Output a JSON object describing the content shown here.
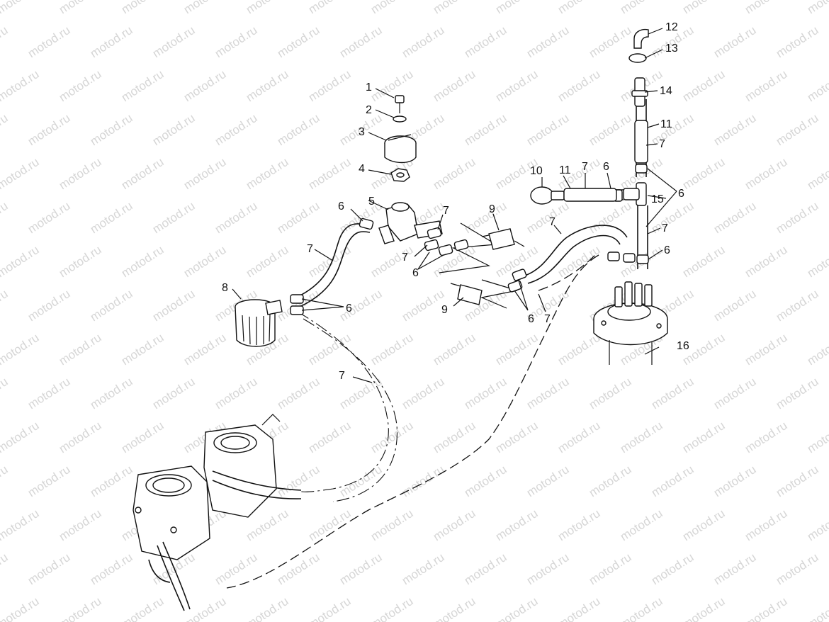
{
  "watermark": {
    "text": "motod.ru"
  },
  "callouts": {
    "c1": "1",
    "c2": "2",
    "c3": "3",
    "c4": "4",
    "c5": "5",
    "c6a": "6",
    "c6b": "6",
    "c6c": "6",
    "c6d": "6",
    "c6e": "6",
    "c6f": "6",
    "c6g": "6",
    "c7a": "7",
    "c7b": "7",
    "c7c": "7",
    "c7d": "7",
    "c7e": "7",
    "c7f": "7",
    "c7g": "7",
    "c7h": "7",
    "c7i": "7",
    "c8": "8",
    "c9a": "9",
    "c9b": "9",
    "c10": "10",
    "c11a": "11",
    "c11b": "11",
    "c12": "12",
    "c13": "13",
    "c14": "14",
    "c15": "15",
    "c16": "16"
  }
}
